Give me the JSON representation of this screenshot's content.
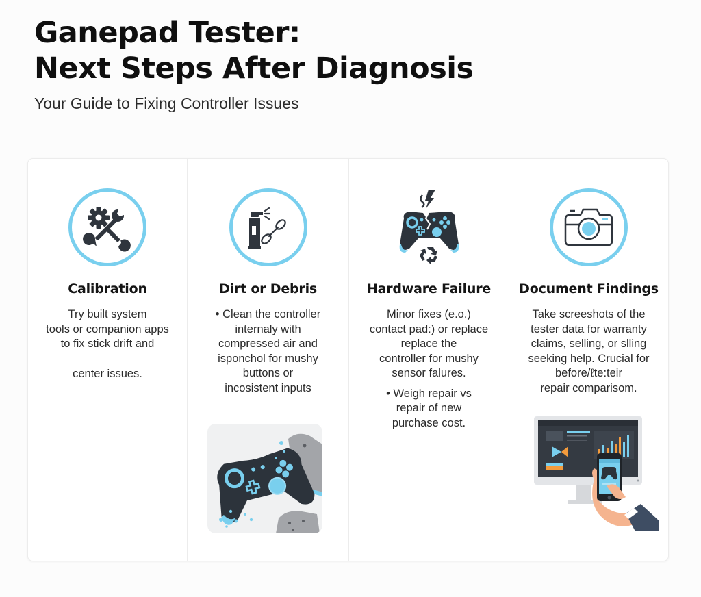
{
  "header": {
    "title_line1": "Ganepad Tester:",
    "title_line2": "Next Steps After Diagnosis",
    "subtitle": "Your Guide to Fixing Controller Issues"
  },
  "colors": {
    "accent": "#79cfee",
    "icon_dark": "#2f353d",
    "panel_border": "#ececec"
  },
  "columns": [
    {
      "icon": "gear-wrench-icon",
      "title": "Calibration",
      "body": [
        "Try built system",
        "tools or companion apps",
        "to fix stick drift and",
        "",
        "center issues."
      ]
    },
    {
      "icon": "spray-can-swab-icon",
      "title": "Dirt or Debris",
      "body": [
        "• Clean the controller",
        "internaly with",
        "compressed air and",
        "isponchol for mushy",
        "buttons or",
        "incosistent inputs"
      ],
      "illustration": "dirty-controller-illustration"
    },
    {
      "icon": "broken-controller-icon",
      "title": "Hardware Failure",
      "body": [
        "Minor fixes (e.o.)",
        "contact pad:) or replace",
        "replace the",
        "controller for mushy",
        "sensor falures."
      ],
      "bullet": [
        "• Weigh repair vs",
        "repair of new",
        "purchase cost."
      ]
    },
    {
      "icon": "camera-icon",
      "title": "Document Findings",
      "body": [
        "Take screeshots of the",
        "tester data for warranty",
        "claims, selling, or slling",
        "seeking help. Crucial for",
        "before/ℓte:teir",
        "repair comparisom."
      ],
      "illustration": "phone-screenshot-monitor-illustration"
    }
  ]
}
